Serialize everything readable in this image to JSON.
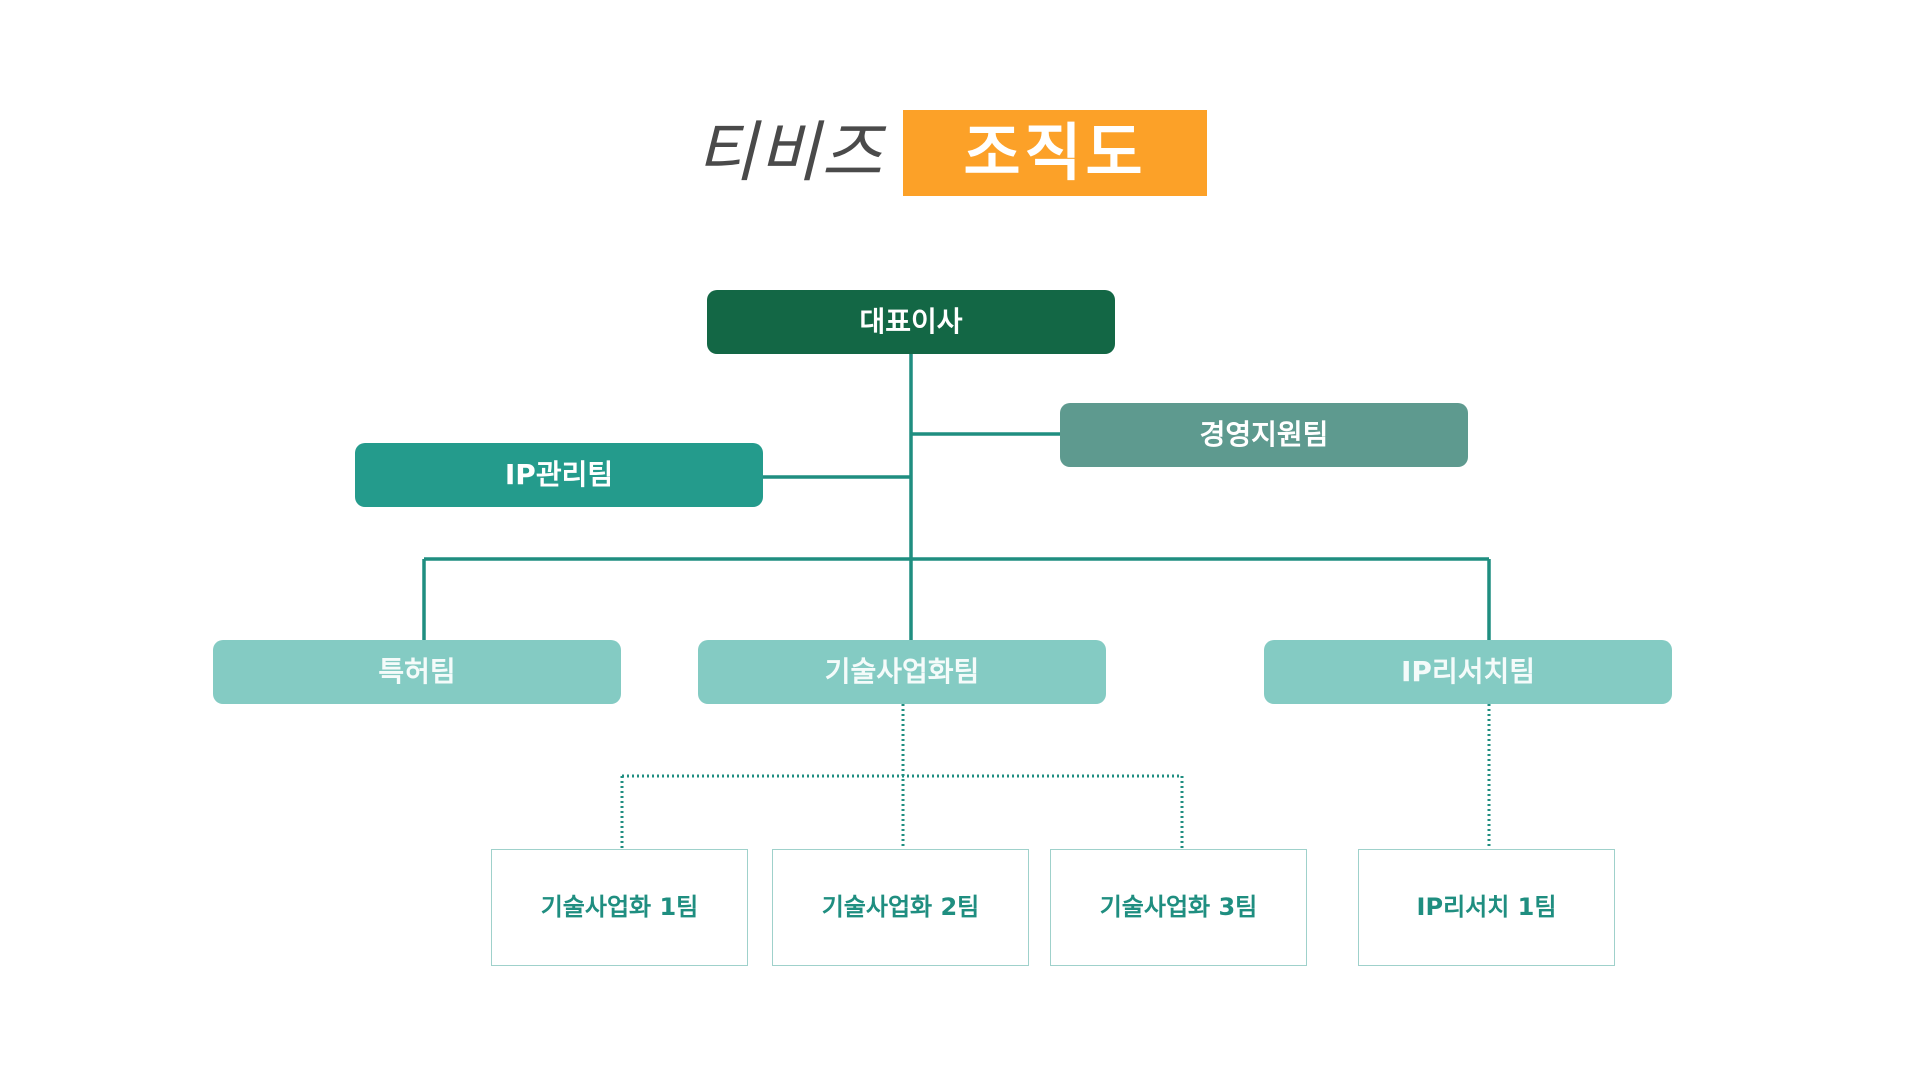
{
  "header": {
    "logo_text": "티비즈",
    "title": "조직도"
  },
  "colors": {
    "title_bg": "#fca128",
    "ceo": "#136745",
    "support": "#5e9a8f",
    "ip_management": "#249b8c",
    "division": "#84cbc3",
    "connector": "#1f8e80",
    "team_border": "#9fd1cb",
    "team_text": "#1f8e80"
  },
  "nodes": {
    "ceo": "대표이사",
    "management_support": "경영지원팀",
    "ip_management": "IP관리팀",
    "divisions": [
      "특허팀",
      "기술사업화팀",
      "IP리서치팀"
    ],
    "teams": [
      "기술사업화 1팀",
      "기술사업화 2팀",
      "기술사업화 3팀",
      "IP리서치 1팀"
    ]
  }
}
